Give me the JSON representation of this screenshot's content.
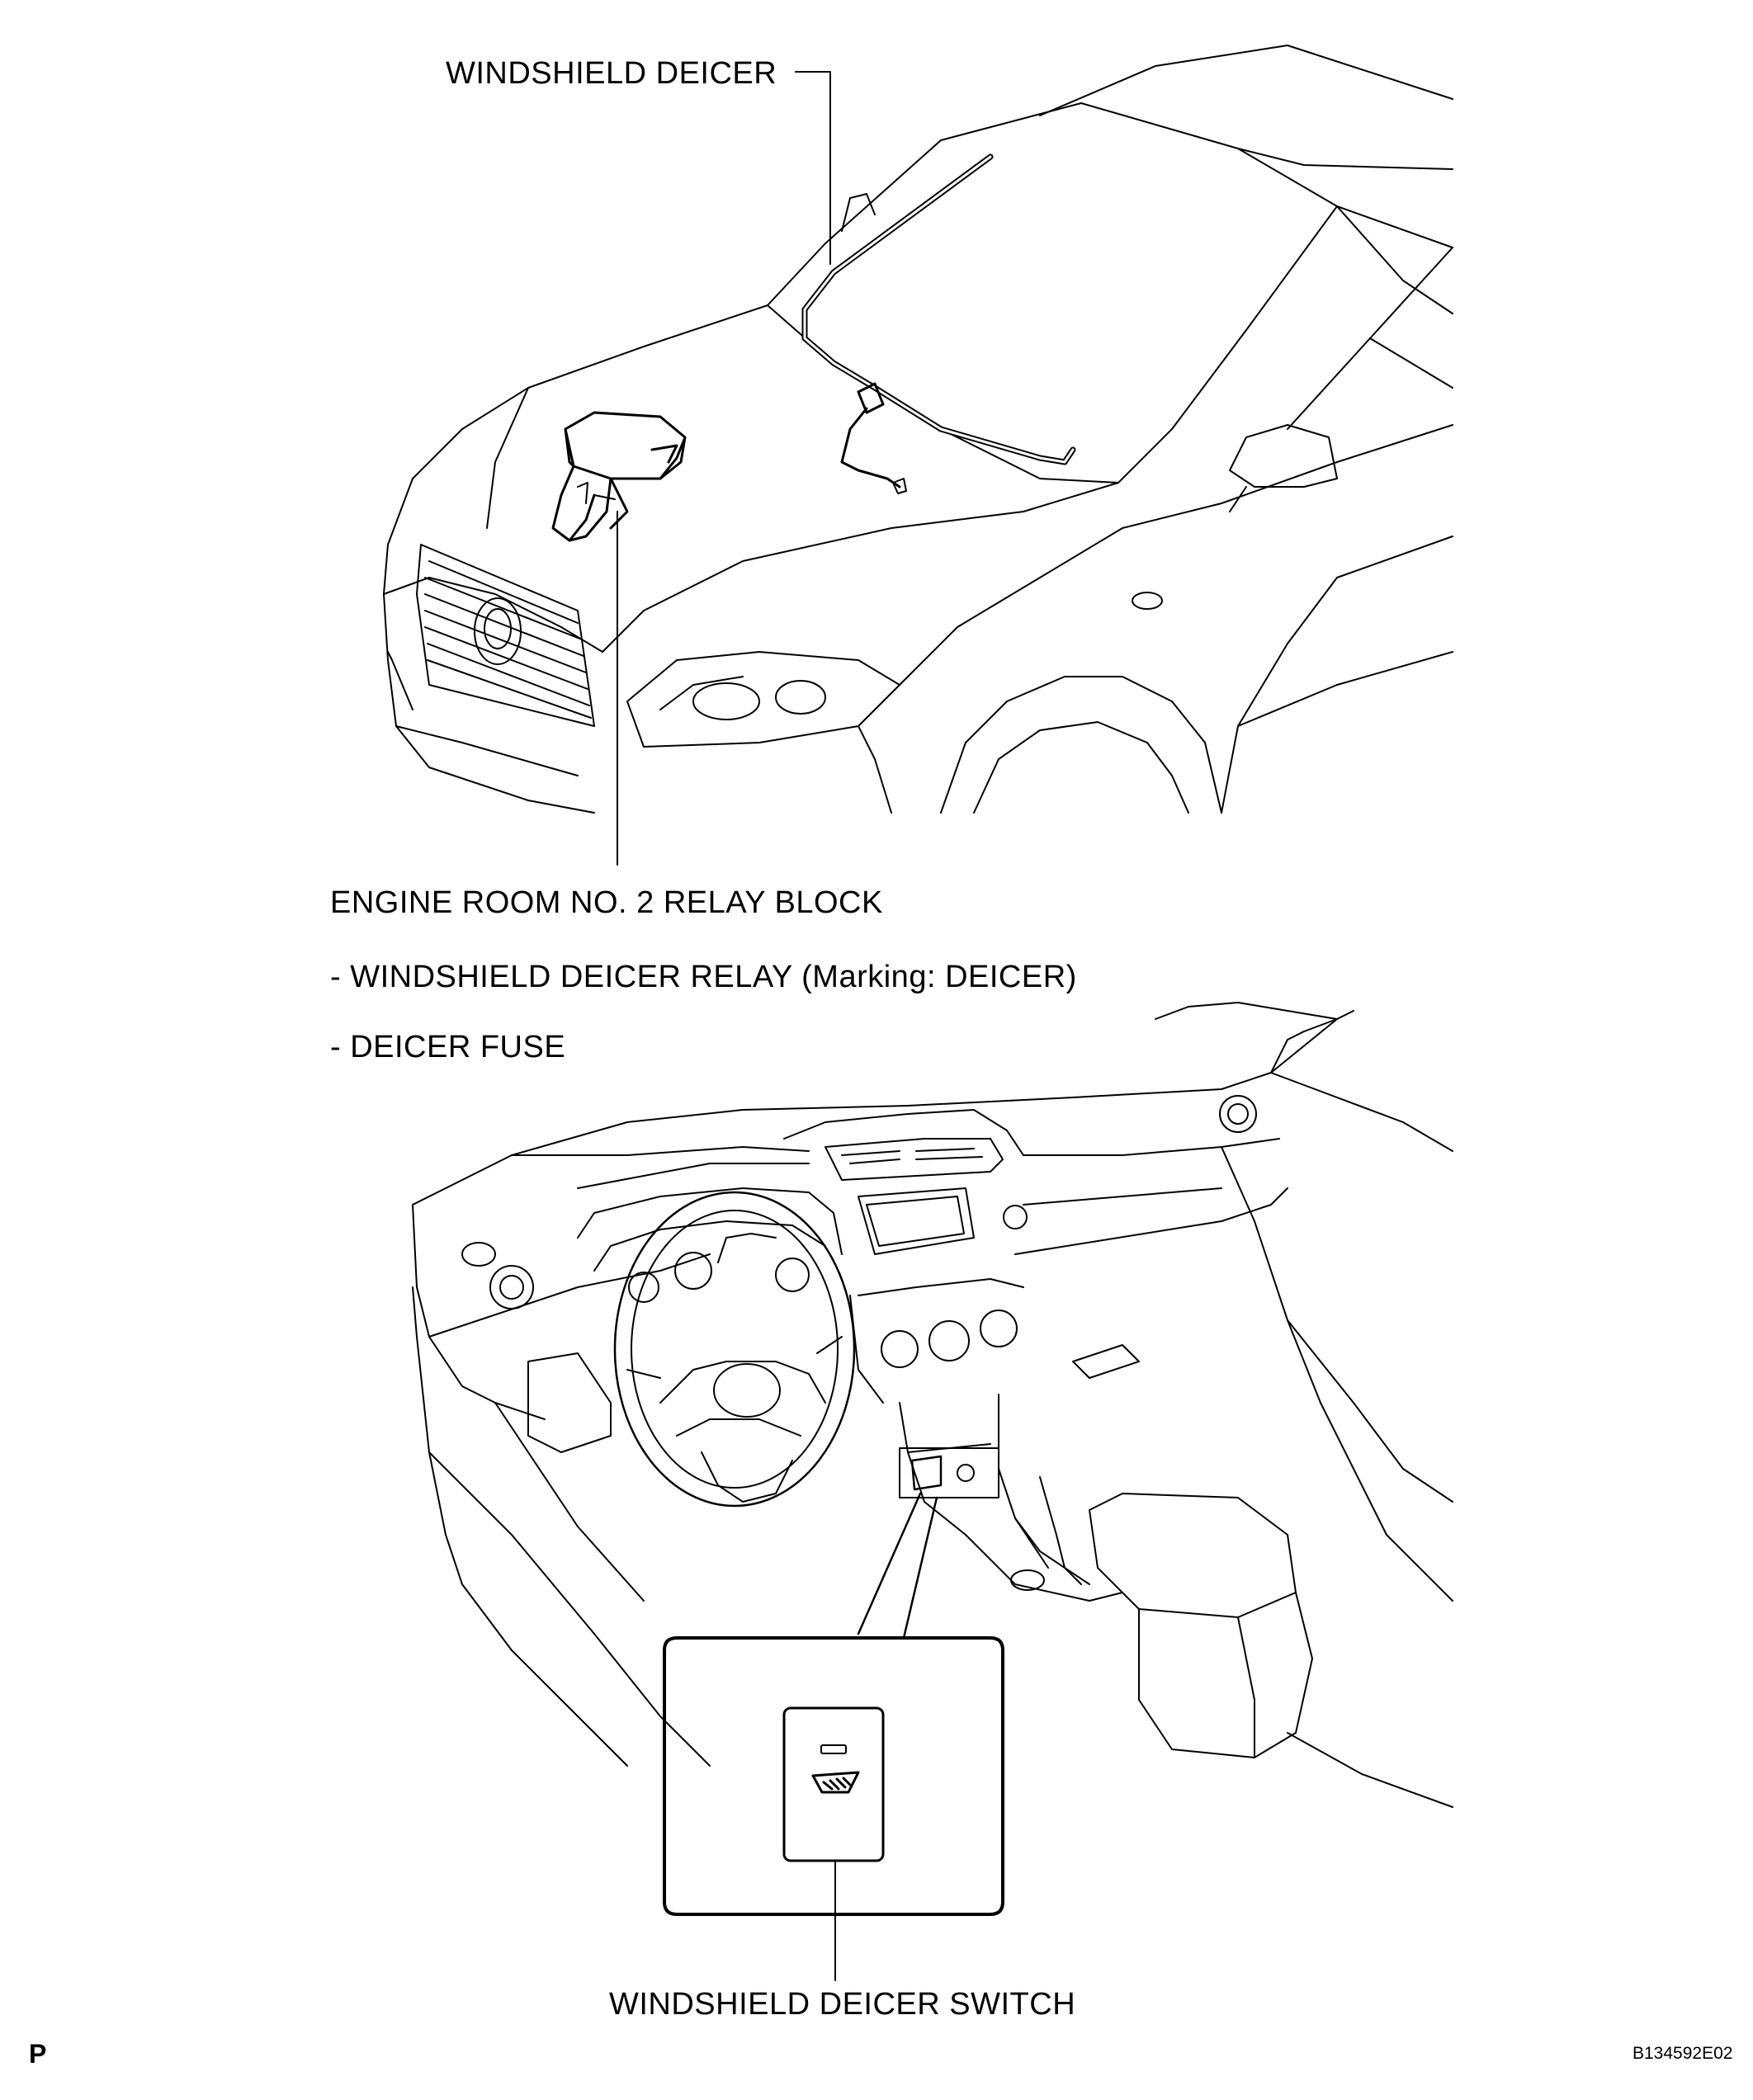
{
  "labels": {
    "windshield_deicer": "WINDSHIELD DEICER",
    "relay_block": "ENGINE ROOM NO. 2 RELAY BLOCK",
    "relay_item": "- WINDSHIELD DEICER RELAY (Marking: DEICER)",
    "fuse_item": "- DEICER FUSE",
    "deicer_switch": "WINDSHIELD DEICER SWITCH"
  },
  "corner": {
    "section_mark": "P",
    "figure_code": "B134592E02"
  },
  "colors": {
    "line": "#000000",
    "background": "#ffffff"
  },
  "icons": {
    "switch_symbol": "windshield-deicer-icon",
    "indicator": "indicator-lamp-icon"
  }
}
